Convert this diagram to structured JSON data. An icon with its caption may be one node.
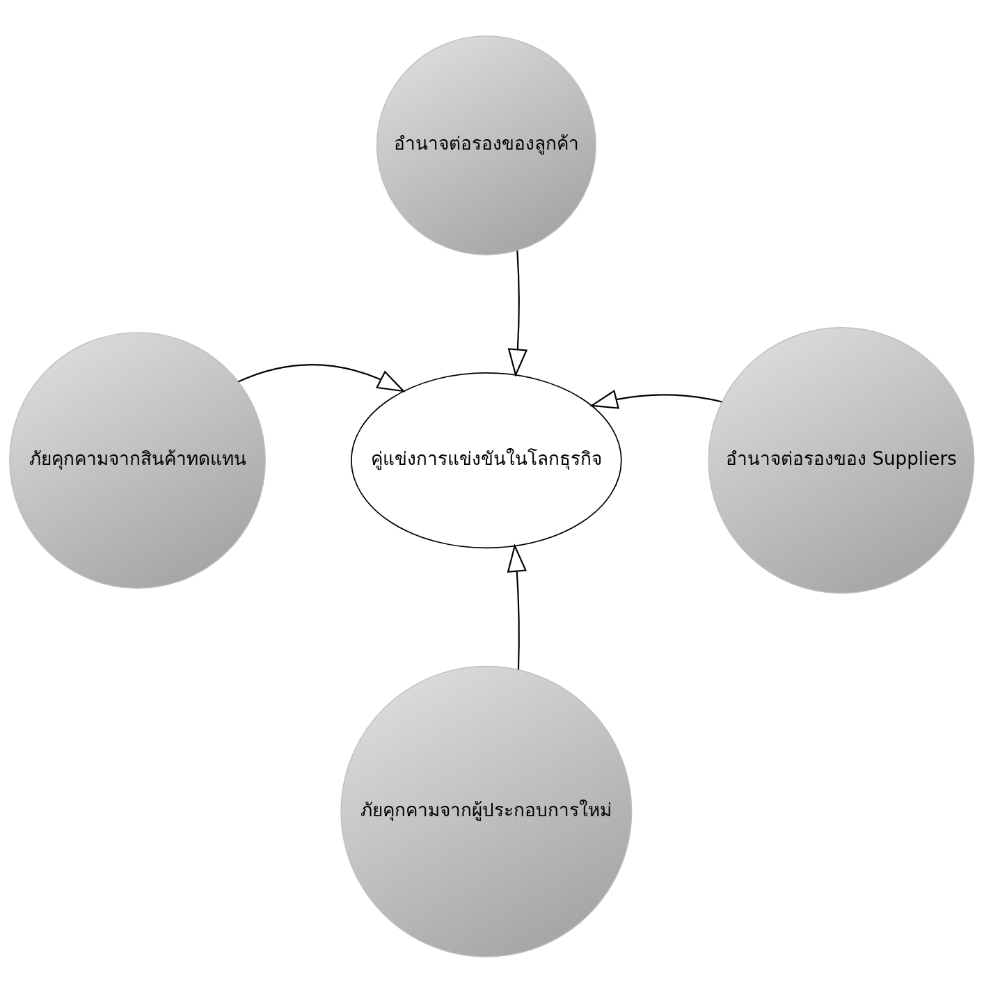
{
  "diagram": {
    "nodes": [
      {
        "text": [
          "อำนาจต่อรองของลูกค้า"
        ]
      },
      {
        "text": [
          "ภัยคุกคามจากสินค้าทดแทน"
        ]
      },
      {
        "text": [
          "คู่แข่งการแข่งขันในโลกธุรกิจ"
        ]
      },
      {
        "text": [
          "อำนาจต่อรองของ Suppliers"
        ]
      },
      {
        "text": [
          "ภัยคุกคามจากผู้ประกอบการใหม่"
        ]
      }
    ],
    "edges": [
      {
        "from": 0,
        "to": 2,
        "arrow": "to"
      },
      {
        "from": 1,
        "to": 2,
        "arrow": "to"
      },
      {
        "from": 3,
        "to": 2,
        "arrow": "to"
      },
      {
        "from": 4,
        "to": 2,
        "arrow": "to"
      }
    ]
  }
}
